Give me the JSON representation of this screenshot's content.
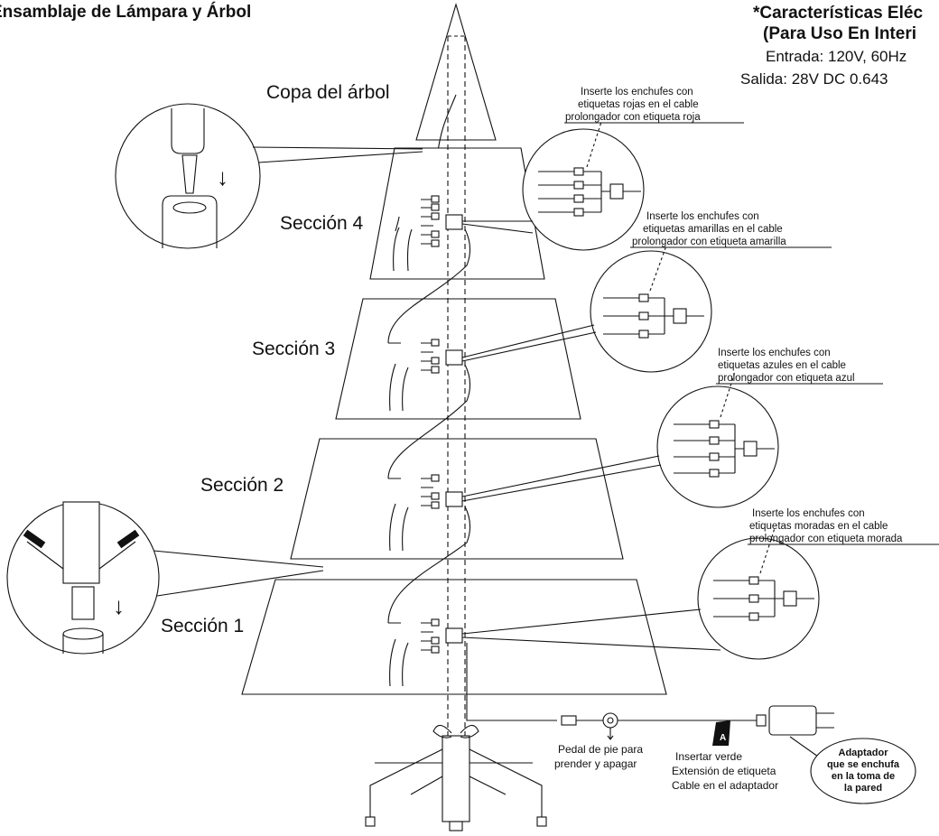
{
  "title": "Ensamblaje de Lámpara y Árbol",
  "specs": {
    "heading_line1": "*Características Eléc",
    "heading_line2": "(Para Uso En Interi",
    "input": "Entrada: 120V, 60Hz",
    "output": "Salida: 28V DC 0.643"
  },
  "sections": {
    "top": "Copa del árbol",
    "s4": "Sección 4",
    "s3": "Sección 3",
    "s2": "Sección 2",
    "s1": "Sección 1"
  },
  "notes": {
    "red": [
      "Inserte los enchufes con",
      "etiquetas rojas en el cable",
      "prolongador con etiqueta roja"
    ],
    "yellow": [
      "Inserte los enchufes con",
      "etiquetas amarillas en el cable",
      "prolongador con etiqueta amarilla"
    ],
    "blue": [
      "Inserte los enchufes con",
      "etiquetas azules en el cable",
      "prolongador con etiqueta azul"
    ],
    "purple": [
      "Inserte los enchufes con",
      "etiquetas moradas en el cable",
      "prolongador con etiqueta morada"
    ]
  },
  "bottom": {
    "pedal": [
      "Pedal de pie para",
      "prender y apagar"
    ],
    "green": [
      "Insertar verde",
      "Extensión de etiqueta",
      "Cable en el adaptador"
    ],
    "adapter": [
      "Adaptador",
      "que se enchufa",
      "en la toma de",
      "la pared"
    ],
    "tag_letter": "A"
  }
}
